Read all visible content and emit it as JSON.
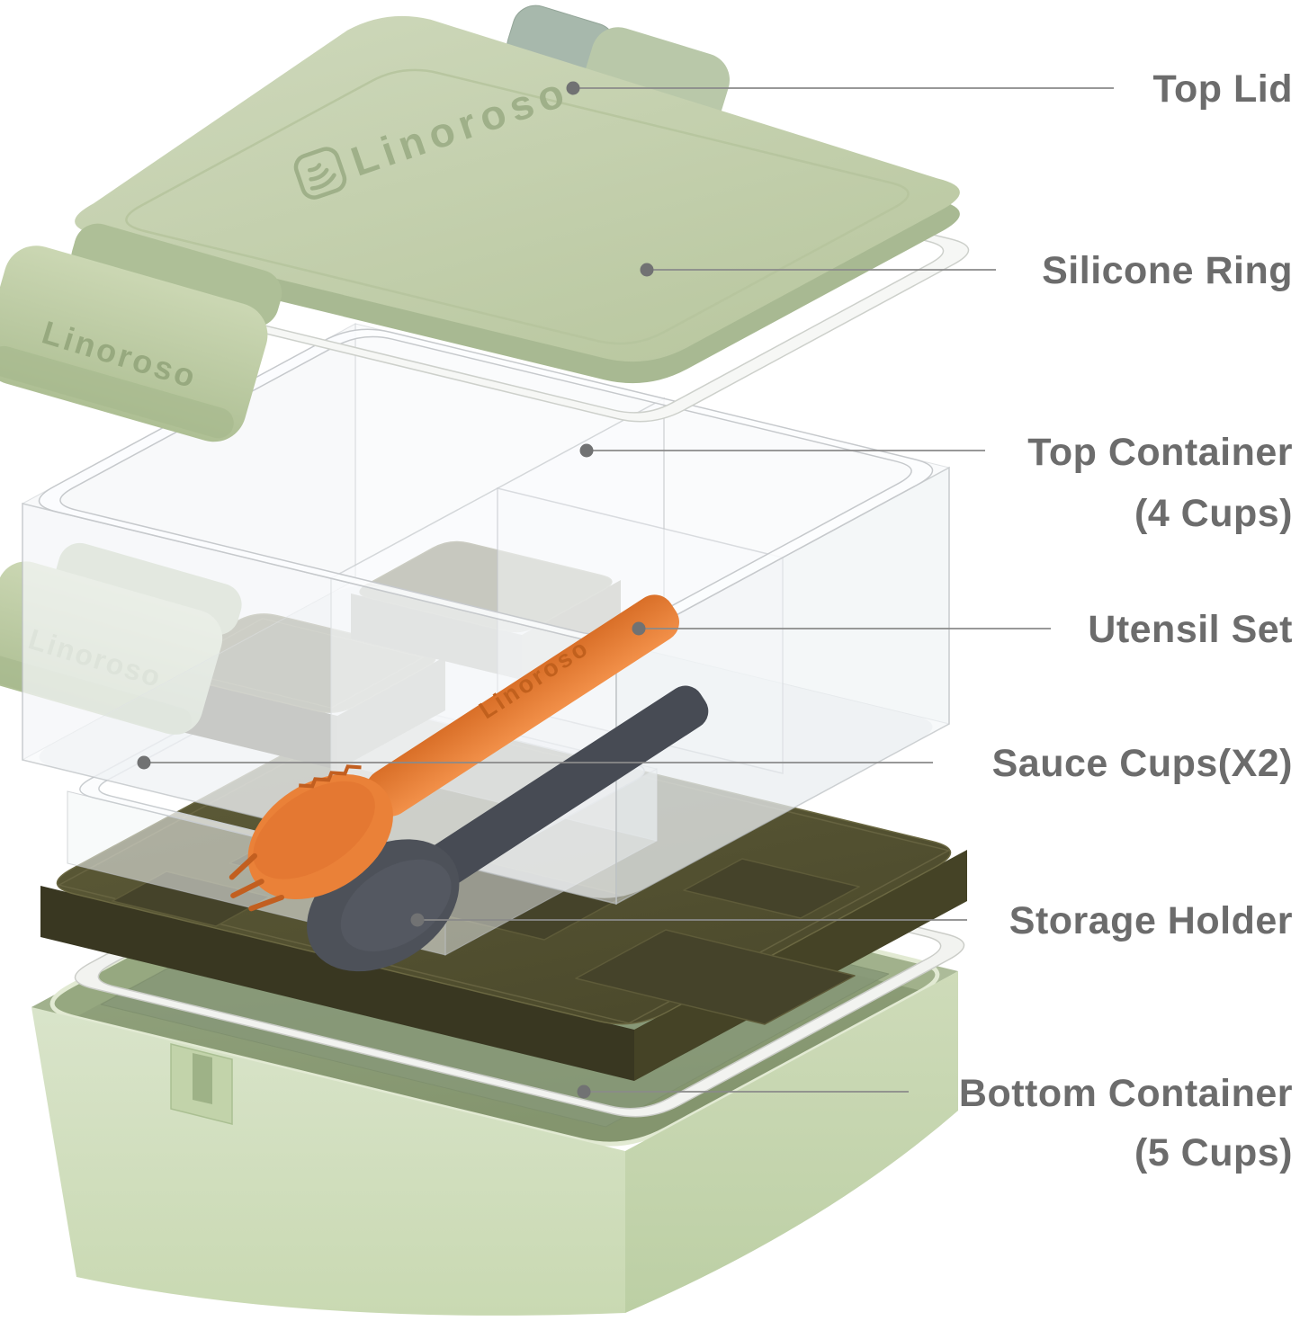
{
  "brand": "Linoroso",
  "callouts": [
    {
      "label": "Top Lid"
    },
    {
      "label": "Silicone Ring"
    },
    {
      "label": "Top Container",
      "sublabel": "(4 Cups)"
    },
    {
      "label": "Utensil Set"
    },
    {
      "label": "Sauce Cups(X2)"
    },
    {
      "label": "Storage Holder"
    },
    {
      "label": "Bottom Container",
      "sublabel": "(5 Cups)"
    }
  ],
  "colors": {
    "background": "#ffffff",
    "label_text": "#6c6c6c",
    "leader_line": "#8a8a8a",
    "lid_sage": "#c5d1b1",
    "latch_sage": "#bccaa4",
    "bottom_sage_front": "#d6e2c6",
    "bottom_sage_side": "#ccd9ba",
    "olive_dark": "#53512f",
    "utensil_orange": "#ec8334",
    "utensil_gray": "#474b54",
    "clear_plastic_stroke": "#c6cacc",
    "gasket_white": "#f2f3f0"
  }
}
